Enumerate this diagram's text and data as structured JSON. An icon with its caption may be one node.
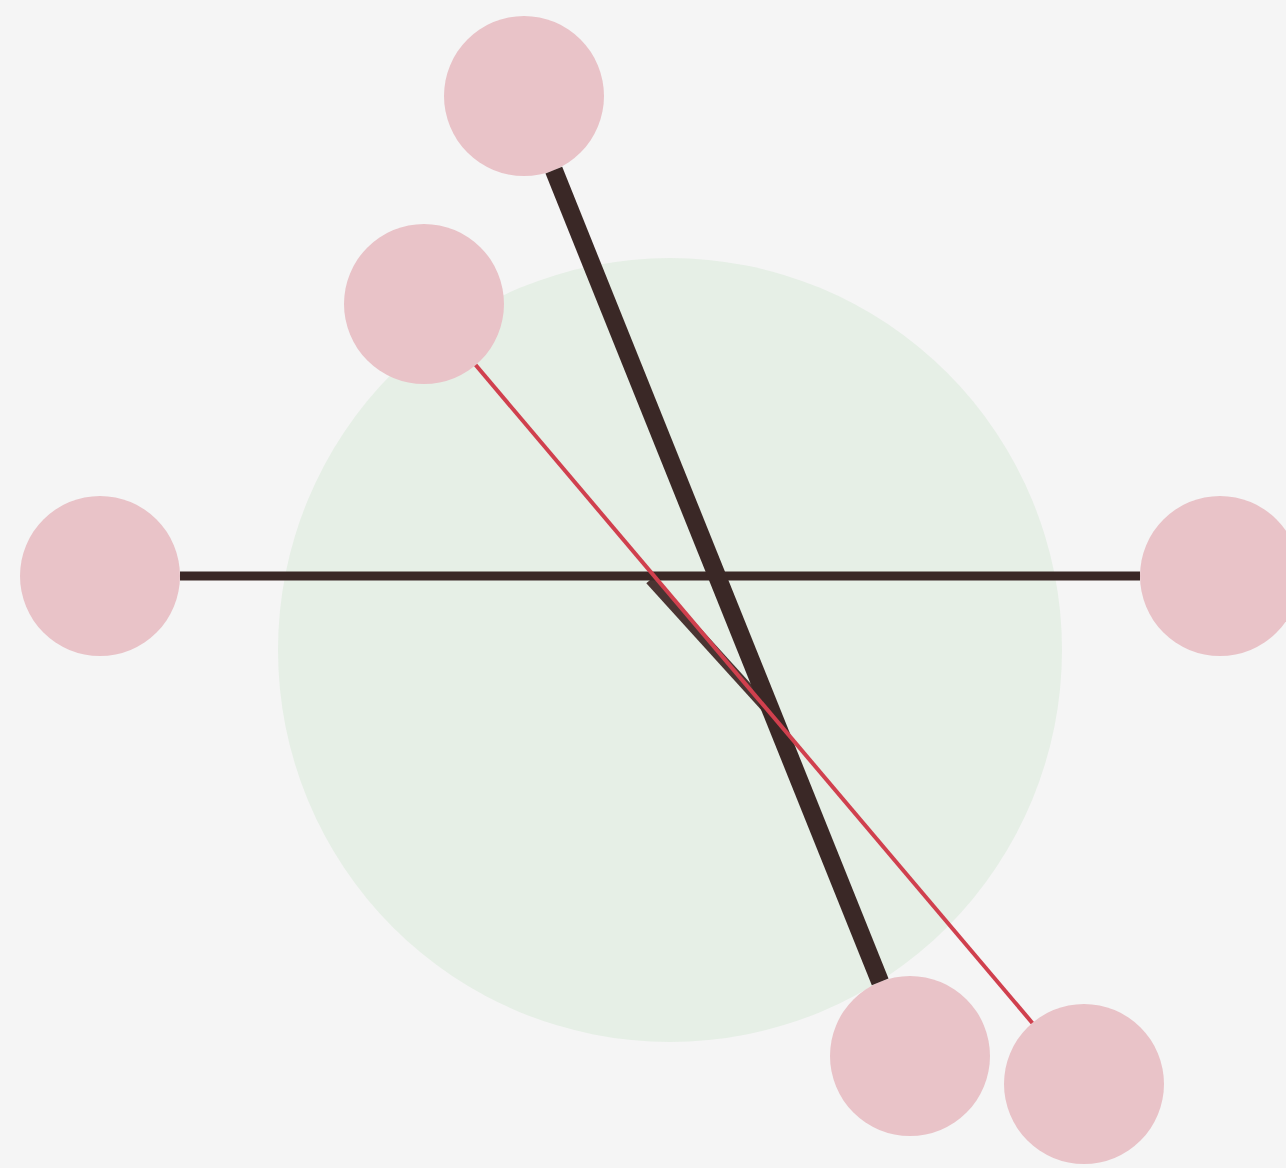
{
  "diagram": {
    "nodes": [
      {
        "text": [],
        "shape": "circle"
      },
      {
        "text": [],
        "shape": "circle"
      },
      {
        "text": [],
        "shape": "circle"
      },
      {
        "text": [],
        "shape": "circle"
      },
      {
        "text": [],
        "shape": "circle"
      },
      {
        "text": [],
        "shape": "circle"
      }
    ],
    "edges": [
      {
        "from": 2,
        "to": 3,
        "arrow": "none"
      },
      {
        "from": 0,
        "to": 4,
        "arrow": "none",
        "style": "thick"
      },
      {
        "from": 1,
        "to": 5,
        "arrow": "none",
        "color": "#d0404e"
      }
    ]
  }
}
